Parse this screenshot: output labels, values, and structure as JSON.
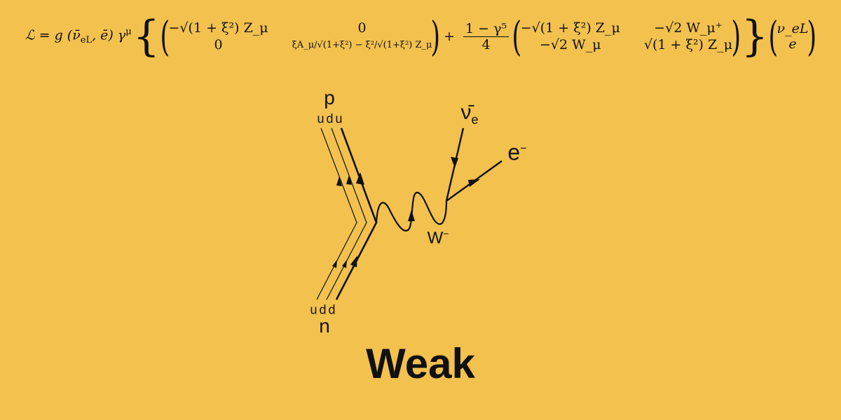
{
  "equation": {
    "lhs": "ℒ = g (ν̄",
    "lhs_sub": "eL",
    "lhs_rest": ", ē) γ",
    "lhs_sup": "μ",
    "m1": [
      "−√(1 + ξ²) Z_μ",
      "0",
      "0",
      "ξA_μ/√(1+ξ²) − ξ²/√(1+ξ²) Z_μ"
    ],
    "plus": "+",
    "frac_num": "1 − γ⁵",
    "frac_den": "4",
    "m2": [
      "−√(1 + ξ²) Z_μ",
      "−√2 W_μ⁺",
      "−√2 W_μ",
      "√(1 + ξ²) Z_μ"
    ],
    "vec": [
      "ν_eL",
      "e"
    ]
  },
  "diagram": {
    "proton": "p",
    "proton_quarks": "udu",
    "neutron": "n",
    "neutron_quarks": "udd",
    "antineutrino": "ν̄",
    "antineutrino_sub": "e",
    "electron": "e",
    "electron_sup": "−",
    "boson": "W",
    "boson_sup": "−"
  },
  "title": "Weak",
  "colors": {
    "background": "#F2C14E",
    "ink": "#111111"
  }
}
